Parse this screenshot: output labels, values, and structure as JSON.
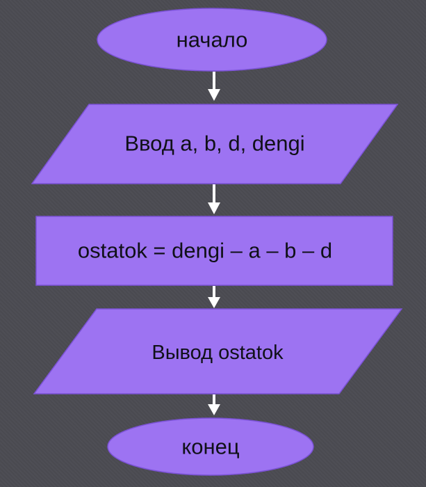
{
  "flowchart": {
    "start": {
      "label": "начало"
    },
    "input": {
      "label": "Ввод a, b, d, dengi"
    },
    "process": {
      "label": "ostatok = dengi – a – b – d"
    },
    "output": {
      "label": "Вывод ostatok"
    },
    "end": {
      "label": "конец"
    }
  },
  "colors": {
    "background": "#4b4b52",
    "shape_fill": "#9d73f2",
    "arrow": "#ffffff"
  }
}
